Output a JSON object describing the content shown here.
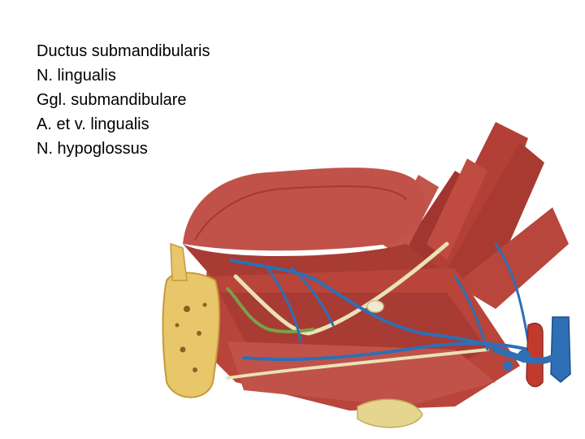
{
  "labels": [
    "Ductus submandibularis",
    "N. lingualis",
    "Ggl. submandibulare",
    "A. et v. lingualis",
    "N. hypoglossus"
  ],
  "colors": {
    "background": "#ffffff",
    "text": "#000000",
    "muscle": "#b8443a",
    "muscle_dark": "#8e2b25",
    "tongue": "#c0524a",
    "bone": "#e8c76a",
    "vein": "#2e6fb5",
    "nerve_lingual": "#e9e2b8",
    "nerve_green": "#7aa04a",
    "fat": "#e6d58e"
  }
}
